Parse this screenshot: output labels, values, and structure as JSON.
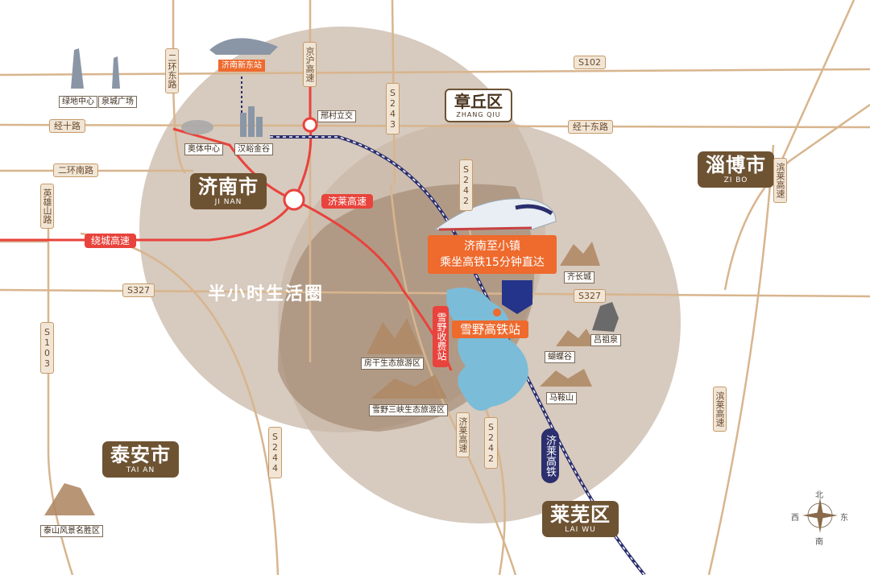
{
  "regions": {
    "jinan": {
      "cn": "济南市",
      "en": "JI NAN"
    },
    "zibo": {
      "cn": "淄博市",
      "en": "ZI BO"
    },
    "taian": {
      "cn": "泰安市",
      "en": "TAI AN"
    },
    "zhangqiu": {
      "cn": "章丘区",
      "en": "ZHANG QIU"
    },
    "laiwu": {
      "cn": "莱芜区",
      "en": "LAI WU"
    }
  },
  "life_circle": "半小时生活圈",
  "roads": {
    "s102": "S102",
    "s243": "S243",
    "s242_top": "S242",
    "s242_bottom": "S242",
    "s327_left": "S327",
    "s327_right": "S327",
    "s103": "S103",
    "s244": "S244",
    "jinghu": "京沪高速",
    "erhuan_east": "二环东路",
    "erhuan_south": "二环南路",
    "jingshi": "经十路",
    "jingshi_east": "经十东路",
    "yinggui": "英雄山路",
    "binlai_right": "滨莱高速",
    "binlai_bottom": "滨莱高速",
    "jilai_bottom": "济莱高速"
  },
  "expressways": {
    "raocheng": "绕城高速",
    "jilai": "济莱高速",
    "xueye_toll": "雪野收费站"
  },
  "hsr_line": "济莱高铁",
  "pois": {
    "jinan_east_station": "济南新东站",
    "greenland": "绿地中心",
    "quancheng": "泉城广场",
    "olympic": "奥体中心",
    "hanyu": "汉峪金谷",
    "xingcun": "邢村立交",
    "qichangcheng": "齐长城",
    "lvzuquan": "吕祖泉",
    "fangan": "房干生态旅游区",
    "hudiegu": "蝴蝶谷",
    "maanshan": "马鞍山",
    "xueye_gorge": "雪野三峡生态旅游区",
    "taishan": "泰山风景名胜区"
  },
  "callout": {
    "line1": "济南至小镇",
    "line2": "乘坐高铁15分钟直达"
  },
  "station": "雪野高铁站",
  "compass": {
    "n": "北",
    "e": "东",
    "s": "南",
    "w": "西"
  },
  "colors": {
    "road": "#cfa87f",
    "expressway": "#e8433c",
    "hsr": "#2b2f6e",
    "circle_outer": "#c7b4a2",
    "circle_inner": "#8c6d55",
    "lake": "#7bbcd8",
    "city_label": "#6e5333",
    "callout": "#ee6a2d"
  }
}
